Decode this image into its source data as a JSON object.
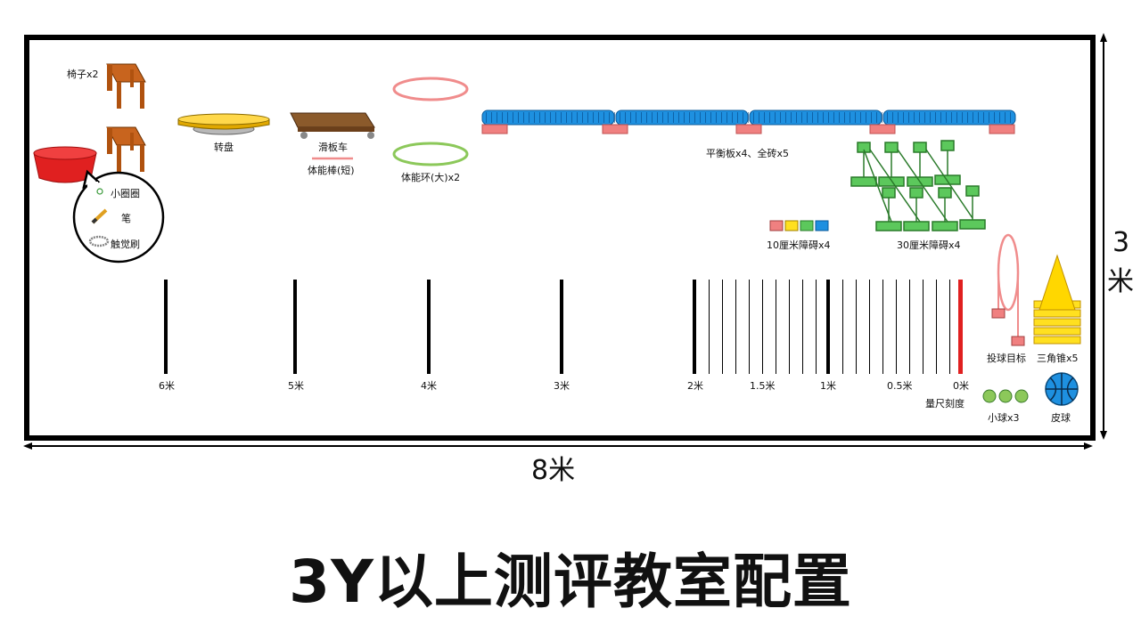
{
  "title": "3Y以上测评教室配置",
  "dimensions": {
    "width_label": "8米",
    "height_label_top": "3",
    "height_label_bottom": "米"
  },
  "labels": {
    "chairs": "椅子x2",
    "turntable": "转盘",
    "scooter": "滑板车",
    "stick": "体能棒(短)",
    "hoop": "体能环(大)x2",
    "balance": "平衡板x4、全砖x5",
    "small_obstacles": "10厘米障碍x4",
    "big_obstacles": "30厘米障碍x4",
    "target": "投球目标",
    "cones": "三角锥x5",
    "scale": "量尺刻度",
    "small_balls": "小球x3",
    "ball": "皮球"
  },
  "bucket_items": [
    {
      "icon": "small-ring-icon",
      "label": "小圈圈"
    },
    {
      "icon": "pen-icon",
      "label": "笔"
    },
    {
      "icon": "tactile-brush-icon",
      "label": "触觉刷"
    }
  ],
  "distance_marks": [
    "6米",
    "5米",
    "4米",
    "3米",
    "2米",
    "1.5米",
    "1米",
    "0.5米",
    "0米"
  ],
  "colors": {
    "wall": "#000000",
    "balance_board": "#1e90e0",
    "brick": "#f08080",
    "obstacle": "#5cc85c",
    "chair": "#c8641e",
    "bucket": "#e02020",
    "cone": "#ffd700",
    "zero_line": "#e02020",
    "hoop_red": "#f08c8c",
    "hoop_green": "#8cc85a"
  }
}
